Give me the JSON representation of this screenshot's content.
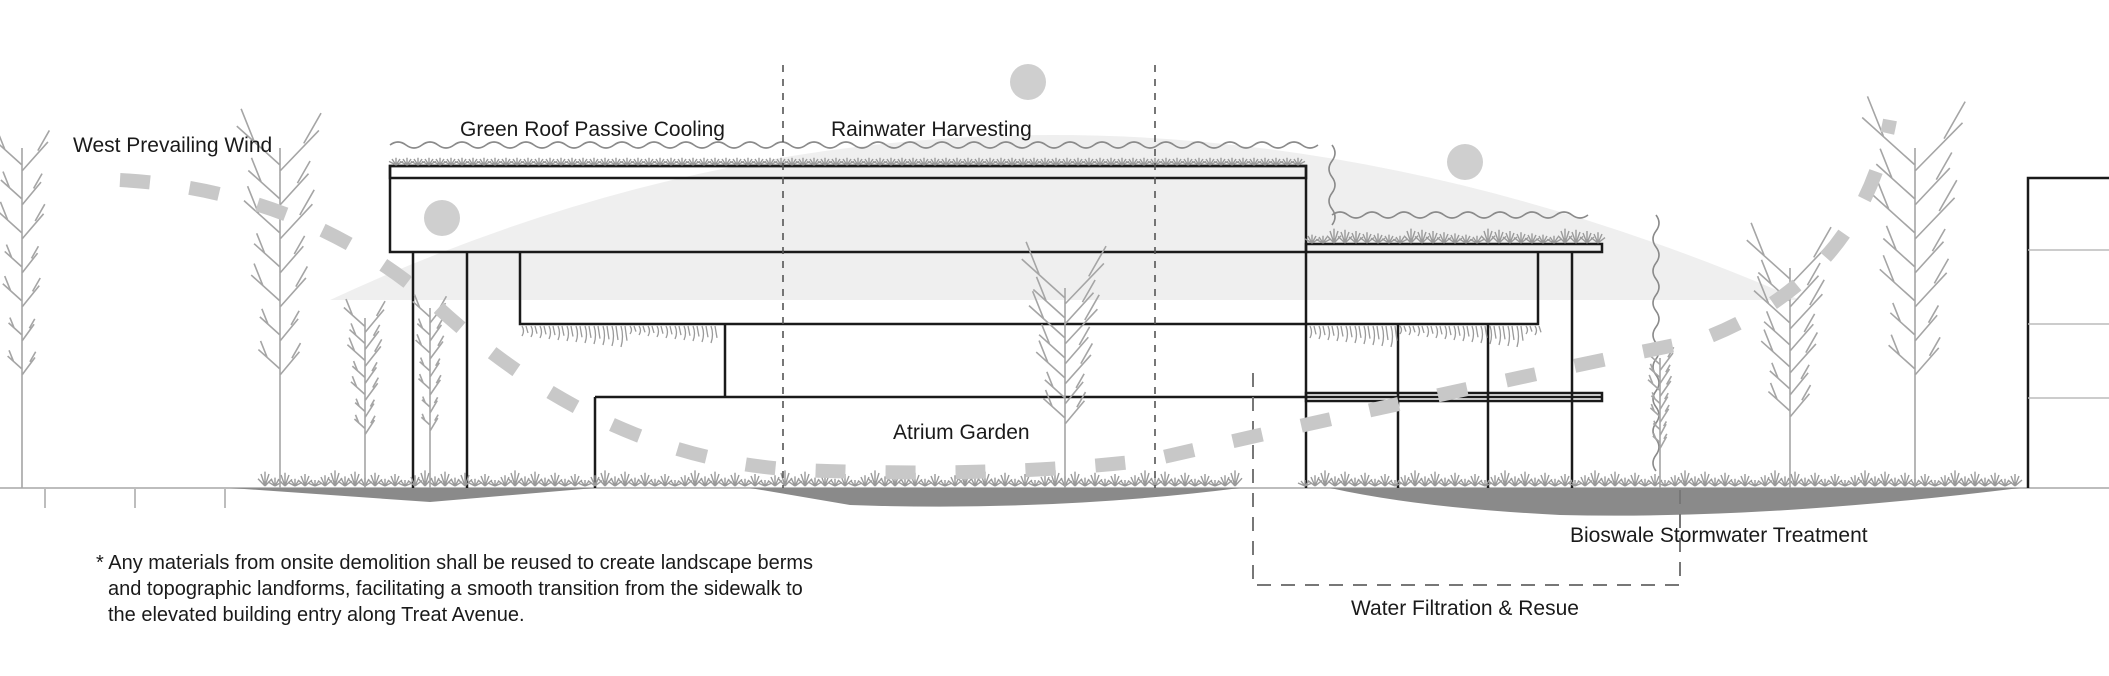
{
  "labels": {
    "west_wind": "West Prevailing Wind",
    "green_roof": "Green Roof Passive Cooling",
    "rainwater": "Rainwater Harvesting",
    "atrium": "Atrium Garden",
    "bioswale": "Bioswale Stormwater Treatment",
    "water_filtration": "Water Filtration & Resue"
  },
  "note": {
    "line1": "* Any materials from onsite demolition shall be reused to create landscape berms",
    "line2": "and topographic landforms, facilitating a smooth transition from the sidewalk to",
    "line3": "the elevated building entry along Treat Avenue."
  },
  "colors": {
    "line": "#1a1a1a",
    "sun_path": "#eeeeee",
    "sun": "#cfcfcf",
    "wind_dash": "#c8c8c8",
    "bioswale": "#8a8a8a",
    "plant": "#9a9a9a"
  }
}
